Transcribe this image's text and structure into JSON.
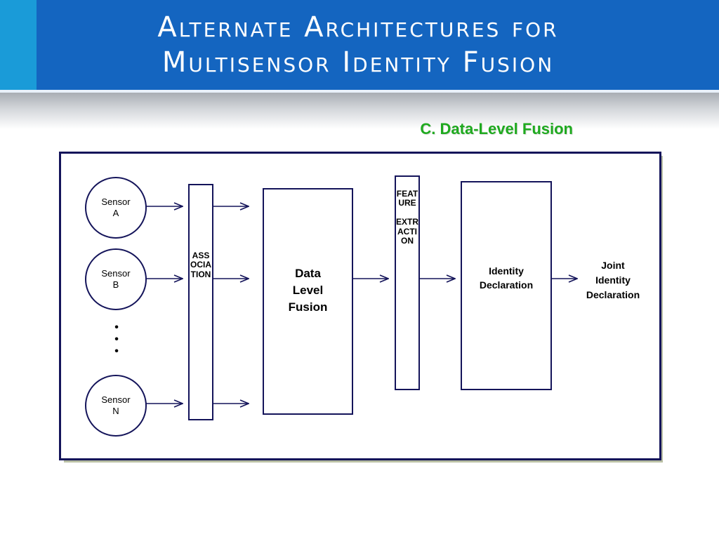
{
  "slide": {
    "title": "Alternate Architectures for\nMultisensor Identity Fusion",
    "subtitle": "C. Data-Level Fusion"
  },
  "diagram": {
    "sensors": [
      {
        "label": "Sensor\nA"
      },
      {
        "label": "Sensor\nB"
      },
      {
        "label": "Sensor\nN"
      }
    ],
    "ellipsis": "•\n•\n•",
    "association_label": "ASSOCIATION",
    "fusion_label": "Data\nLevel\nFusion",
    "feature_extraction_label": "FEATURE\n\nEXTRACTION",
    "identity_label": "Identity\nDeclaration",
    "output_label": "Joint\nIdentity\nDeclaration"
  },
  "colors": {
    "header_blue": "#1465c0",
    "header_accent": "#1a9bd8",
    "subtitle_green": "#1faa1f",
    "frame_navy": "#14145a",
    "shadow_olive": "#b9bfa4"
  }
}
